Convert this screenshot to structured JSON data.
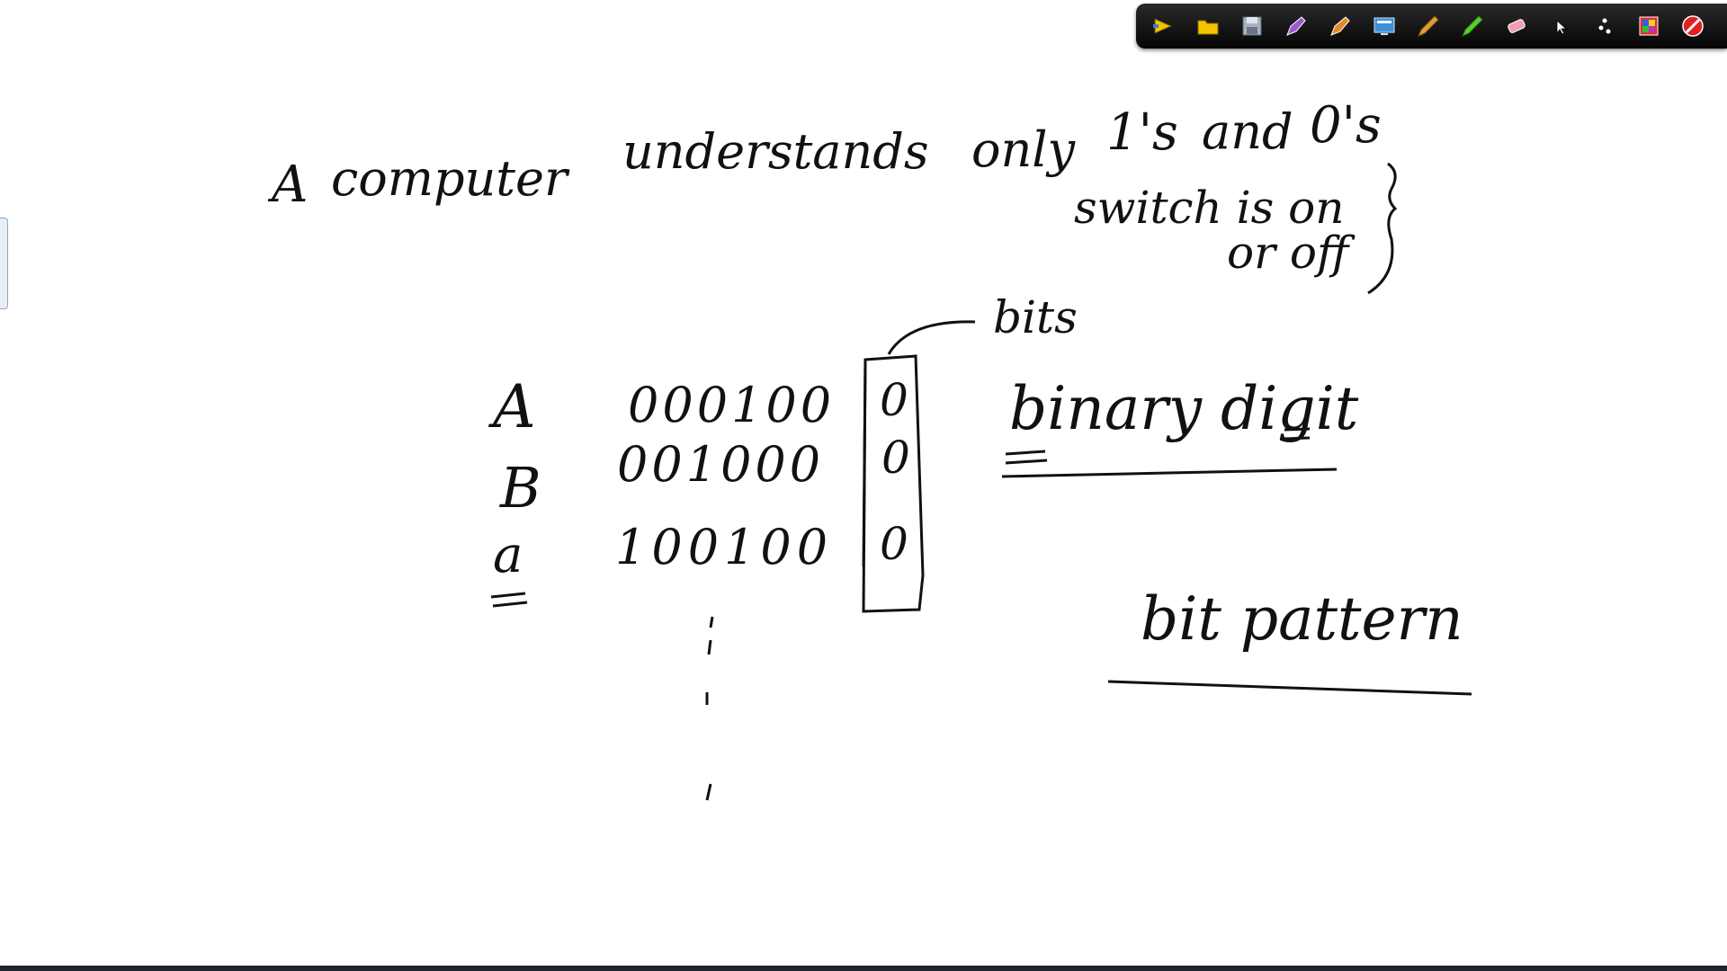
{
  "toolbar": {
    "tools": [
      {
        "name": "pen-arrow-icon",
        "color": "#f2c200"
      },
      {
        "name": "folder-icon",
        "color": "#f5c400"
      },
      {
        "name": "save-disk-icon",
        "color": "#a8b3c2"
      },
      {
        "name": "pen-purple-icon",
        "color": "#9b59d0"
      },
      {
        "name": "pen-orange-icon",
        "color": "#e58a2c"
      },
      {
        "name": "screen-icon",
        "color": "#3e8fd8"
      },
      {
        "name": "pencil-icon",
        "color": "#e0a030"
      },
      {
        "name": "highlighter-green-icon",
        "color": "#55d22a"
      },
      {
        "name": "eraser-icon",
        "color": "#f0a0b0"
      },
      {
        "name": "pointer-cursor-icon",
        "color": "#ffffff"
      },
      {
        "name": "dots-icon",
        "color": "#ffffff"
      },
      {
        "name": "color-palette-icon",
        "color": "#e03030"
      },
      {
        "name": "close-stop-icon",
        "color": "#e02020"
      }
    ]
  },
  "notes": {
    "line1": {
      "a_word": "A",
      "computer": "computer",
      "understands": "understands",
      "only": "only",
      "ones": "1's",
      "and": "and",
      "zeros": "0's"
    },
    "switch_note": {
      "line1": "switch is on",
      "line2": "or off"
    },
    "bits_label": "bits",
    "table": {
      "rows": [
        {
          "letter": "A",
          "pattern": "000100",
          "bit": "0"
        },
        {
          "letter": "B",
          "pattern": "001000",
          "bit": "0"
        },
        {
          "letter": "a",
          "pattern": "100100",
          "bit": "0"
        }
      ]
    },
    "binary_digit": "binary digit",
    "bit_pattern": "bit pattern"
  }
}
